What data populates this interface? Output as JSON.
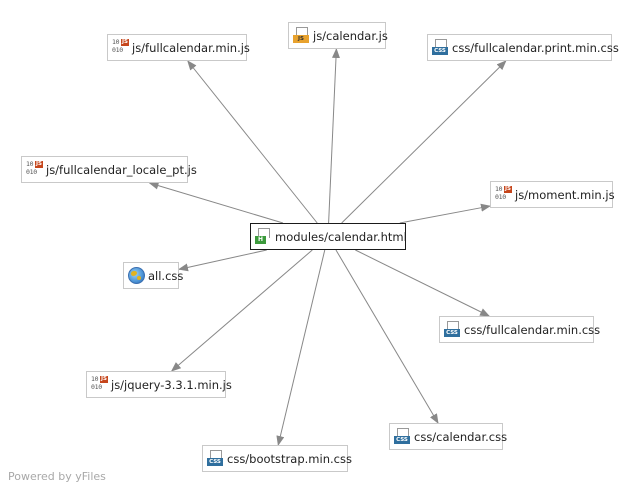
{
  "watermark": "Powered by yFiles",
  "center_node": {
    "label": "modules/calendar.html",
    "icon": "html-file-icon"
  },
  "dependencies": [
    {
      "label": "js/fullcalendar.min.js",
      "icon": "binary-js-icon"
    },
    {
      "label": "js/calendar.js",
      "icon": "js-file-icon"
    },
    {
      "label": "css/fullcalendar.print.min.css",
      "icon": "css-file-icon"
    },
    {
      "label": "js/fullcalendar_locale_pt.js",
      "icon": "binary-js-icon"
    },
    {
      "label": "js/moment.min.js",
      "icon": "binary-js-icon"
    },
    {
      "label": "all.css",
      "icon": "globe-icon"
    },
    {
      "label": "css/fullcalendar.min.css",
      "icon": "css-file-icon"
    },
    {
      "label": "js/jquery-3.3.1.min.js",
      "icon": "binary-js-icon"
    },
    {
      "label": "css/calendar.css",
      "icon": "css-file-icon"
    },
    {
      "label": "css/bootstrap.min.css",
      "icon": "css-file-icon"
    }
  ],
  "colors": {
    "edge": "#888888",
    "node_border": "#c9c9c9",
    "center_border": "#1a1a1a"
  }
}
